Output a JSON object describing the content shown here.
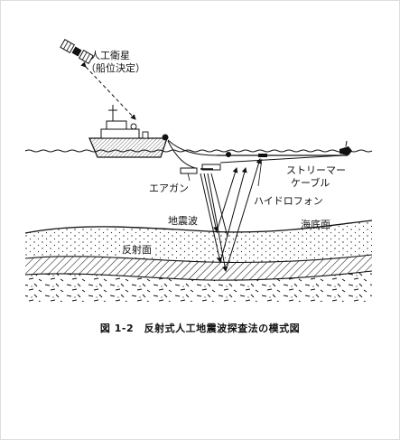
{
  "labels": {
    "satellite": "人工衛星",
    "satellite_note": "（船位決定）",
    "streamer_1": "ストリーマー",
    "streamer_2": "ケーブル",
    "airgun": "エアガン",
    "hydrophone": "ハイドロフォン",
    "seismic_wave": "地震波",
    "seafloor": "海底面",
    "reflector": "反射面"
  },
  "caption": "図 1-2　反射式人工地震波探査法の模式図",
  "colors": {
    "line": "#111111",
    "background": "#ffffff",
    "frame": "#dddddd"
  }
}
